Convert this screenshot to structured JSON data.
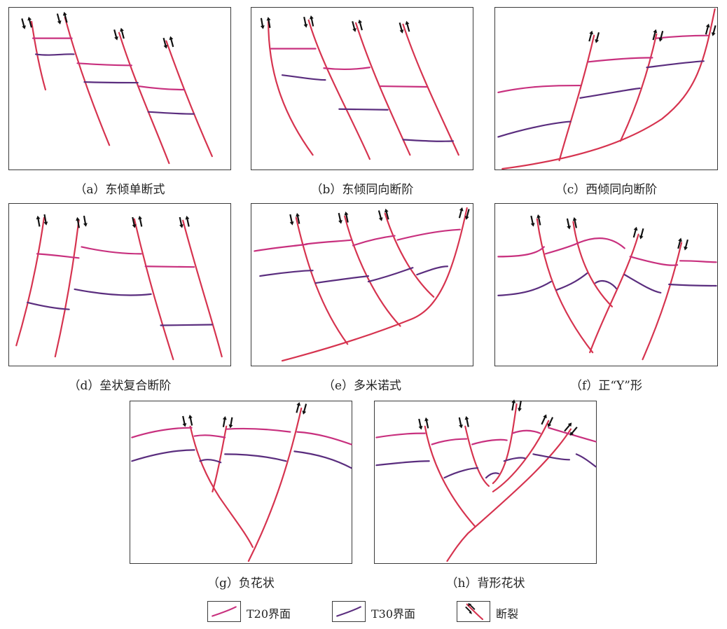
{
  "panels": {
    "a": {
      "caption": "（a）东倾单断式"
    },
    "b": {
      "caption": "（b）东倾同向断阶"
    },
    "c": {
      "caption": "（c）西倾同向断阶"
    },
    "d": {
      "caption": "（d）垒状复合断阶"
    },
    "e": {
      "caption": "（e）多米诺式"
    },
    "f": {
      "caption": "（f）正“Y”形"
    },
    "g": {
      "caption": "（g）负花状"
    },
    "h": {
      "caption": "（h）背形花状"
    }
  },
  "legend": {
    "t20_label": "T20界面",
    "t30_label": "T30界面",
    "fault_label": "断裂"
  },
  "colors": {
    "fault": "#d6334f",
    "t20": "#c8307e",
    "t30": "#5a2d7e",
    "arrow": "#111111"
  }
}
